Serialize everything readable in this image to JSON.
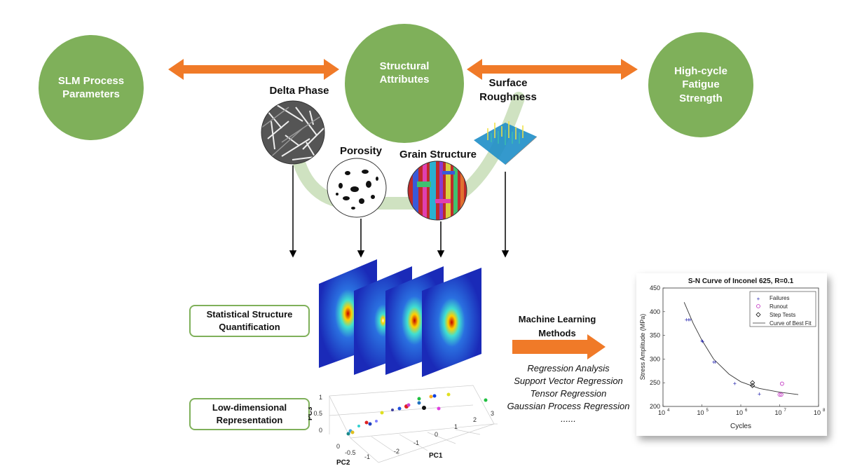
{
  "top": {
    "left_circle": "SLM Process Parameters",
    "center_circle": "Structural Attributes",
    "right_circle": "High-cycle Fatigue Strength"
  },
  "attributes": {
    "delta": "Delta Phase",
    "porosity": "Porosity",
    "grain": "Grain Structure",
    "surface": "Surface Roughness"
  },
  "steps": {
    "quantification": "Statistical Structure Quantification",
    "representation": "Low-dimensional Representation"
  },
  "ml": {
    "title": "Machine Learning Methods",
    "methods": [
      "Regression Analysis",
      "Support Vector Regression",
      "Tensor Regression",
      "Gaussian Process Regression",
      "......"
    ]
  },
  "pca": {
    "xlabel": "PC1",
    "ylabel": "PC2",
    "zlabel": "PC3",
    "pc1_ticks": [
      "-2",
      "-1",
      "0",
      "1",
      "2",
      "3"
    ],
    "pc2_ticks": [
      "0",
      "-0.5",
      "-1"
    ],
    "pc3_ticks": [
      "0",
      "0.5",
      "1"
    ]
  },
  "colors": {
    "green": "#7fb05a",
    "arrow": "#f07a28"
  },
  "chart_data": {
    "type": "scatter",
    "title": "S-N Curve of Inconel 625, R=0.1",
    "xlabel": "Cycles",
    "ylabel": "Stress Amplitude (MPa)",
    "xscale": "log",
    "xlim": [
      10000,
      100000000
    ],
    "ylim": [
      200,
      450
    ],
    "x_ticks": [
      "10",
      "10",
      "10",
      "10",
      "10"
    ],
    "x_tick_exps": [
      "4",
      "5",
      "6",
      "7",
      "8"
    ],
    "y_ticks": [
      200,
      250,
      300,
      350,
      400,
      450
    ],
    "legend": [
      "Failures",
      "Runout",
      "Step Tests",
      "Curve of Best Fit"
    ],
    "legend_position": "top-right",
    "series": [
      {
        "name": "Failures",
        "points": [
          [
            40000,
            383
          ],
          [
            45000,
            383
          ],
          [
            50000,
            383
          ],
          [
            100000,
            338
          ],
          [
            105000,
            337
          ],
          [
            200000,
            293
          ],
          [
            220000,
            293
          ],
          [
            700000,
            248
          ],
          [
            3000000,
            226
          ]
        ]
      },
      {
        "name": "Runout",
        "points": [
          [
            10000000,
            225
          ],
          [
            11000000,
            225
          ],
          [
            11500000,
            248
          ]
        ]
      },
      {
        "name": "Step Tests",
        "points": [
          [
            2000000,
            250
          ],
          [
            2000000,
            244
          ]
        ]
      },
      {
        "name": "Curve of Best Fit",
        "points": [
          [
            35000,
            420
          ],
          [
            60000,
            375
          ],
          [
            100000,
            340
          ],
          [
            200000,
            300
          ],
          [
            500000,
            268
          ],
          [
            1000000,
            252
          ],
          [
            3000000,
            238
          ],
          [
            10000000,
            230
          ],
          [
            30000000,
            225
          ]
        ]
      }
    ]
  }
}
